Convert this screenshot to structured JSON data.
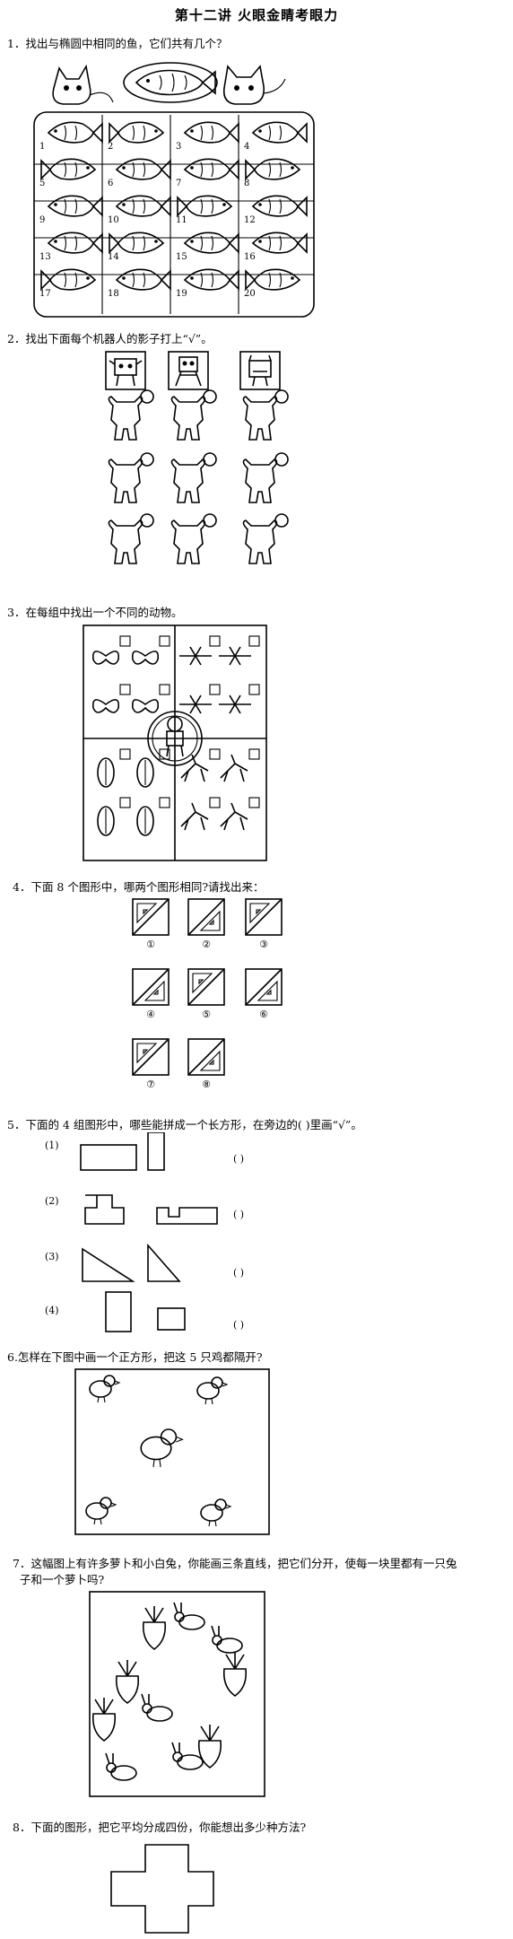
{
  "title": "第十二讲    火眼金睛考眼力",
  "q1": {
    "text": "1．找出与椭圆中相同的鱼，它们共有几个？",
    "fish_numbers": [
      "1",
      "2",
      "3",
      "4",
      "5",
      "6",
      "7",
      "8",
      "9",
      "10",
      "11",
      "12",
      "13",
      "14",
      "15",
      "16",
      "17",
      "18",
      "19",
      "20"
    ]
  },
  "q2": {
    "text": "2．找出下面每个机器人的影子打上“√”。"
  },
  "q3": {
    "text": "3．在每组中找出一个不同的动物。"
  },
  "q4": {
    "text": "4．下面 8 个图形中，哪两个图形相同?请找出来：",
    "labels": [
      "①",
      "②",
      "③",
      "④",
      "⑤",
      "⑥",
      "⑦",
      "⑧"
    ]
  },
  "q5": {
    "text": "5．下面的 4 组图形中，哪些能拼成一个长方形，在旁边的(      )里画“√”。",
    "groups": [
      "(1)",
      "(2)",
      "(3)",
      "(4)"
    ],
    "paren": "(      )"
  },
  "q6": {
    "text": "6.怎样在下图中画一个正方形，把这 5 只鸡都隔开?"
  },
  "q7": {
    "line1": "7．这幅图上有许多萝卜和小白兔，你能画三条直线，把它们分开，使每一块里都有一只兔",
    "line2": "子和一个萝卜吗?"
  },
  "q8": {
    "text": "8．下面的图形，把它平均分成四份，你能想出多少种方法?"
  }
}
